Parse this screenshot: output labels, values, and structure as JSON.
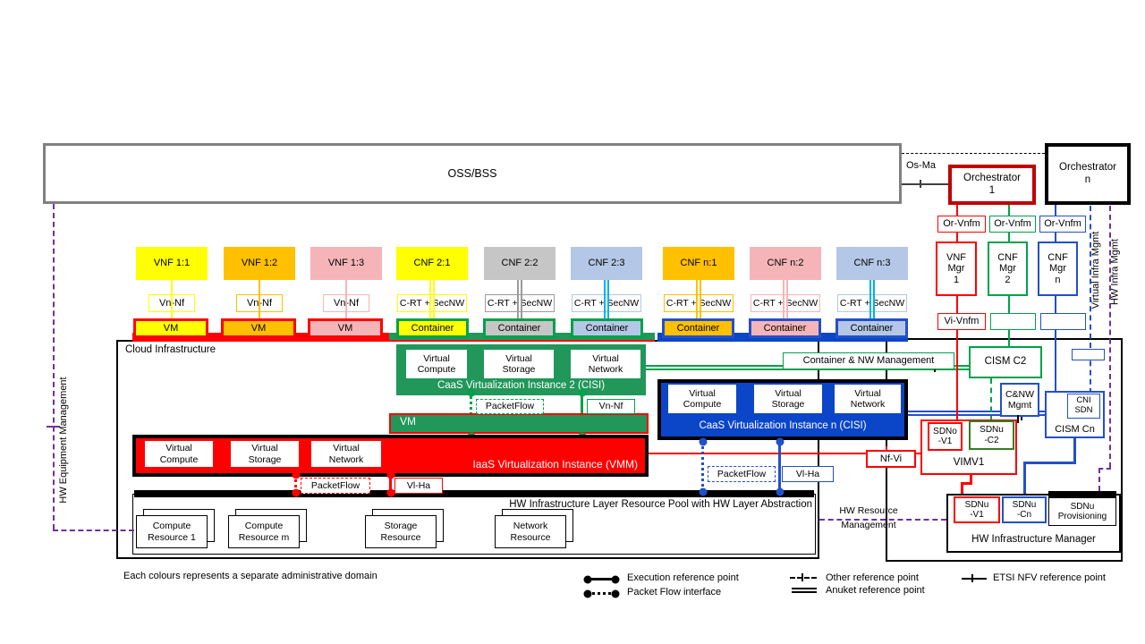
{
  "colors": {
    "yellow": "#ffff00",
    "orange": "#ffc000",
    "pink": "#f5b5b8",
    "light_blue": "#b4c7e7",
    "gray": "#c6c6c6",
    "gray_line": "#9b9b9b",
    "red": "#ff0000",
    "dark_red": "#c00000",
    "green": "#00a14b",
    "green_fill": "#21975a",
    "sdnu_green": "#377d22",
    "blue": "#2350c8",
    "blue_fill": "#0b45c8",
    "cyan": "#00b0f0",
    "purple": "#7030a0",
    "oss_border": "#808080",
    "line_dark": "#404040"
  },
  "oss_bss": "OSS/BSS",
  "orchestrator_1": "Orchestrator\n1",
  "orchestrator_n": "Orchestrator\nn",
  "os_ma": "Os-Ma",
  "nf_boxes": [
    "VNF 1:1",
    "VNF 1:2",
    "VNF 1:3",
    "CNF 2:1",
    "CNF 2:2",
    "CNF 2:3",
    "CNF n:1",
    "CNF n:2",
    "CNF n:3"
  ],
  "nf_interfaces": [
    "Vn-Nf",
    "Vn-Nf",
    "Vn-Nf",
    "C-RT + SecNW",
    "C-RT + SecNW",
    "C-RT + SecNW",
    "C-RT + SecNW",
    "C-RT + SecNW",
    "C-RT + SecNW"
  ],
  "vm_containers": [
    "VM",
    "VM",
    "VM",
    "Container",
    "Container",
    "Container",
    "Container",
    "Container",
    "Container"
  ],
  "cloud": {
    "title": "Cloud Infrastructure",
    "cisi2_title": "CaaS Virtualization Instance 2 (CISI)",
    "cisin_title": "CaaS Virtualization Instance n (CISI)",
    "vmm_title": "IaaS Virtualization Instance (VMM)",
    "vm_bar": "VM",
    "cells": [
      "Virtual\nCompute",
      "Virtual\nStorage",
      "Virtual\nNetwork"
    ],
    "pool_title": "HW Infrastructure Layer Resource Pool with HW Layer Abstraction",
    "resources": [
      "Compute\nResource 1",
      "Compute\nResource m",
      "Storage\nResource",
      "Network\nResource"
    ]
  },
  "interface_labels": {
    "packetflow": "PacketFlow",
    "vn_nf": "Vn-Nf",
    "vl_ha": "Vl-Ha",
    "nf_vi": "Nf-Vi",
    "or_vnfm": "Or-Vnfm",
    "vi_vnfm": "Vi-Vnfm",
    "container_nw": "Container & NW Management"
  },
  "right": {
    "vnf_mgr_1": "VNF\nMgr\n1",
    "cnf_mgr_2": "CNF\nMgr\n2",
    "cnf_mgr_n": "CNF\nMgr\nn",
    "cism_c2": "CISM C2",
    "cnw_mgmt": "C&NW\nMgmt",
    "cni_sdn": "CNI\nSDN",
    "cism_cn": "CISM Cn",
    "sdno_v1": "SDNo\n-V1",
    "sdnu_c2": "SDNu\n-C2",
    "vimv1": "VIMV1",
    "sdnu_v1": "SDNu\n-V1",
    "sdnu_cn": "SDNu\n-Cn",
    "sdnu_prov": "SDNu\nProvisioning",
    "hwim_title": "HW Infrastructure Manager",
    "hw_resource_mgmt": "HW Resource\nManagement"
  },
  "side_labels": {
    "hw_equipment": "HW Equipment Management",
    "virtual_infra": "Virtual Infra Mgmt",
    "hw_infra": "HW Infra Mgmt"
  },
  "footer_note": "Each colours represents a separate administrative domain",
  "legend": {
    "execution": "Execution reference point",
    "packet_flow": "Packet Flow interface",
    "other": "Other reference point",
    "anuket": "Anuket reference point",
    "etsi": "ETSI NFV reference point"
  }
}
